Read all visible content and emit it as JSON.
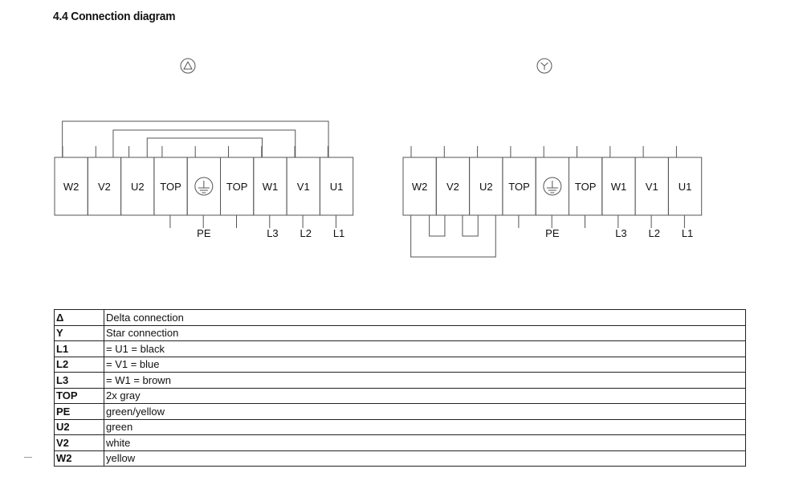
{
  "title": "4.4 Connection diagram",
  "diagrams": [
    {
      "id": "delta",
      "symbol": "delta",
      "terminals": [
        "W2",
        "V2",
        "U2",
        "TOP",
        "PE",
        "TOP",
        "W1",
        "V1",
        "U1"
      ],
      "bottom_labels": [
        "",
        "",
        "",
        "",
        "PE",
        "",
        "L3",
        "L2",
        "L1"
      ]
    },
    {
      "id": "star",
      "symbol": "star",
      "terminals": [
        "W2",
        "V2",
        "U2",
        "TOP",
        "PE",
        "TOP",
        "W1",
        "V1",
        "U1"
      ],
      "bottom_labels": [
        "",
        "",
        "",
        "",
        "PE",
        "",
        "L3",
        "L2",
        "L1"
      ]
    }
  ],
  "legend": [
    {
      "symbol": "Δ",
      "description": "Delta connection"
    },
    {
      "symbol": "Y",
      "description": "Star connection"
    },
    {
      "symbol": "L1",
      "description": "= U1 = black"
    },
    {
      "symbol": "L2",
      "description": "= V1 = blue"
    },
    {
      "symbol": "L3",
      "description": "= W1 = brown"
    },
    {
      "symbol": "TOP",
      "description": "2x gray"
    },
    {
      "symbol": "PE",
      "description": "green/yellow"
    },
    {
      "symbol": "U2",
      "description": "green"
    },
    {
      "symbol": "V2",
      "description": "white"
    },
    {
      "symbol": "W2",
      "description": "yellow"
    }
  ]
}
